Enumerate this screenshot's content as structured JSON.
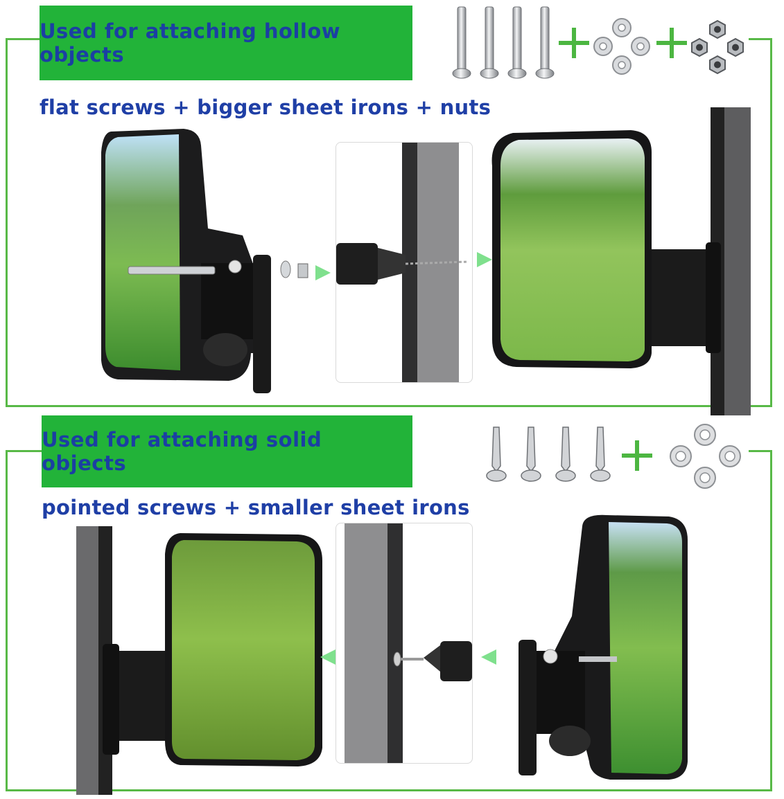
{
  "top_section": {
    "banner_text": "Used for attaching hollow objects",
    "subtitle": "flat screws + bigger sheet irons + nuts",
    "hardware": [
      "flat-screw-icon",
      "large-washer-icon",
      "nut-icon"
    ]
  },
  "bottom_section": {
    "banner_text": "Used for attaching solid objects",
    "subtitle": "pointed screws + smaller sheet irons",
    "hardware": [
      "pointed-screw-icon",
      "small-washer-icon"
    ]
  },
  "colors": {
    "banner_green": "#22b339",
    "frame_green": "#58b947",
    "text_blue": "#1b3fa3",
    "arrow_green": "#7fe08d"
  }
}
